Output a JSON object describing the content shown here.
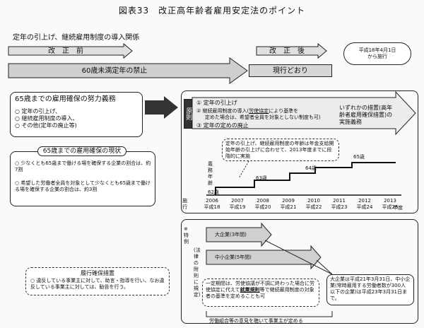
{
  "title": "図表33　改正高年齢者雇用安定法のポイント",
  "section_heading": "定年の引上げ、継続雇用制度の導入関係",
  "before_label": "改　正　前",
  "after_label": "改　正　後",
  "effective_date": "平成18年4月1日\nから施行",
  "prohibit_under60": "60歳未満定年の禁止",
  "as_is": "現行どおり",
  "effort_duty_title": "65歳までの雇用確保の努力義務",
  "effort_duty_items": [
    "定年の引上げ、",
    "継続雇用制度の導入、",
    "その他(定年の廃止等)"
  ],
  "status_title": "65歳までの雇用確保の現状",
  "status_items": [
    "少なくとも65歳まで働ける場を確保する企業の割合は、約7割",
    "希望した労働者全員を対象として少なくとも65歳まで働ける場を確保する企業の割合は、約3割"
  ],
  "measures_title": "履行確保措置",
  "measures_text": "○ 違反している事業主に対して、助言・指導を行い、なお違反している事業主に対しては、勧告を行う。",
  "principle_label": "原則",
  "principle_items": [
    "① 定年の引上げ",
    "② 継続雇用制度の導入(労使協定",
    "により基準を定めた場合は、希望者全員を対象としない制度も可)",
    "③ 定年の定めの廃止"
  ],
  "principle_item2_lead": "② 継続雇用制度の導入(",
  "principle_item2_kw": "労使協定",
  "principle_item2_rest": "により基準を",
  "principle_item2_line2": "定めた場合は、希望者全員を対象としない制度も可)",
  "any_measure": "いずれかの措置(高年齢者雇用確保措置)の実施義務",
  "age_note": "定年の引上げ、継続雇用制度の年齢は年金支給開始年齢の引上げに合わせて、2013年度までに段階的に実施",
  "obligation_age_label": "義務年齢",
  "ages": [
    "62歳",
    "63歳",
    "64歳",
    "65歳"
  ],
  "implementation_label": "施行",
  "years": [
    "2006",
    "2007",
    "2008",
    "2009",
    "2010",
    "2011",
    "2012",
    "2013"
  ],
  "eras": [
    "平成18",
    "平成19",
    "平成20",
    "平成21",
    "平成22",
    "平成23",
    "平成24",
    "平成25"
  ],
  "year_label": "年度",
  "special_label": "※特例",
  "special_sub": "(法律の附則に規定)",
  "large_company": "大企業(3年間)",
  "sme": "中小企業(5年間)",
  "special_note1_lead": "一定期間は、労使協議が不調に終わった場合に労使協定に代えて",
  "special_note1_kw": "就業規則",
  "special_note1_rest": "等で継続雇用制度の対象者の基準を定めることも可",
  "company_note": "大企業は平成21年3月31日、中小企業(常時雇用する労働者数が300人以下の企業)は平成23年3月31日まで。",
  "labor_union_note": "労働組合等の意見を聴いて事業主が定める"
}
